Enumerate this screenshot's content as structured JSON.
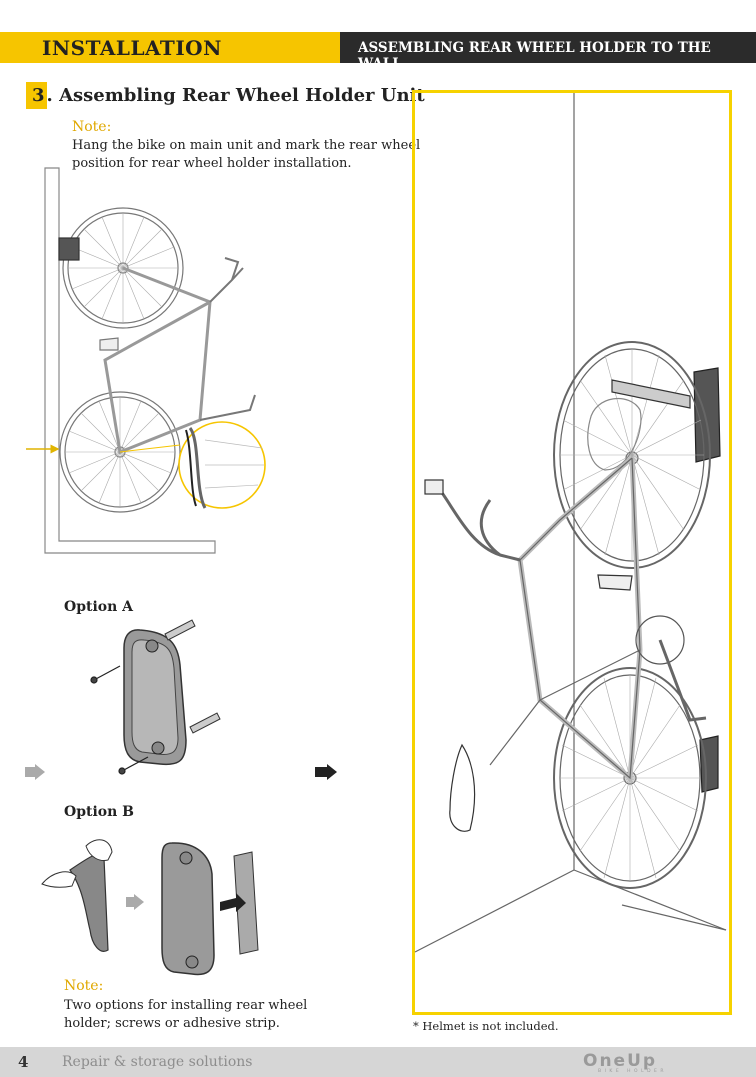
{
  "header": {
    "section": "INSTALLATION",
    "subtitle": "ASSEMBLING REAR WHEEL HOLDER TO THE WALL"
  },
  "step": {
    "number": "3",
    "title": ". Assembling Rear Wheel Holder Unit"
  },
  "note1": {
    "heading": "Note:",
    "line1": "Hang the bike on main unit  and mark the rear wheel",
    "line2": "position for  rear wheel holder installation."
  },
  "option_a": "Option A",
  "option_b": "Option B",
  "note2": {
    "heading": "Note:",
    "line1": "Two options for installing rear wheel",
    "line2": "holder; screws or adhesive strip."
  },
  "footnote": "* Helmet is not included.",
  "footer": {
    "page": "4",
    "tagline": "Repair & storage solutions",
    "logo": "OneUp",
    "logo_sub": "BIKE HOLDER"
  },
  "colors": {
    "accent": "#f6c500",
    "dark_bar": "#2b2b2b",
    "footer_bar": "#d6d6d6"
  }
}
